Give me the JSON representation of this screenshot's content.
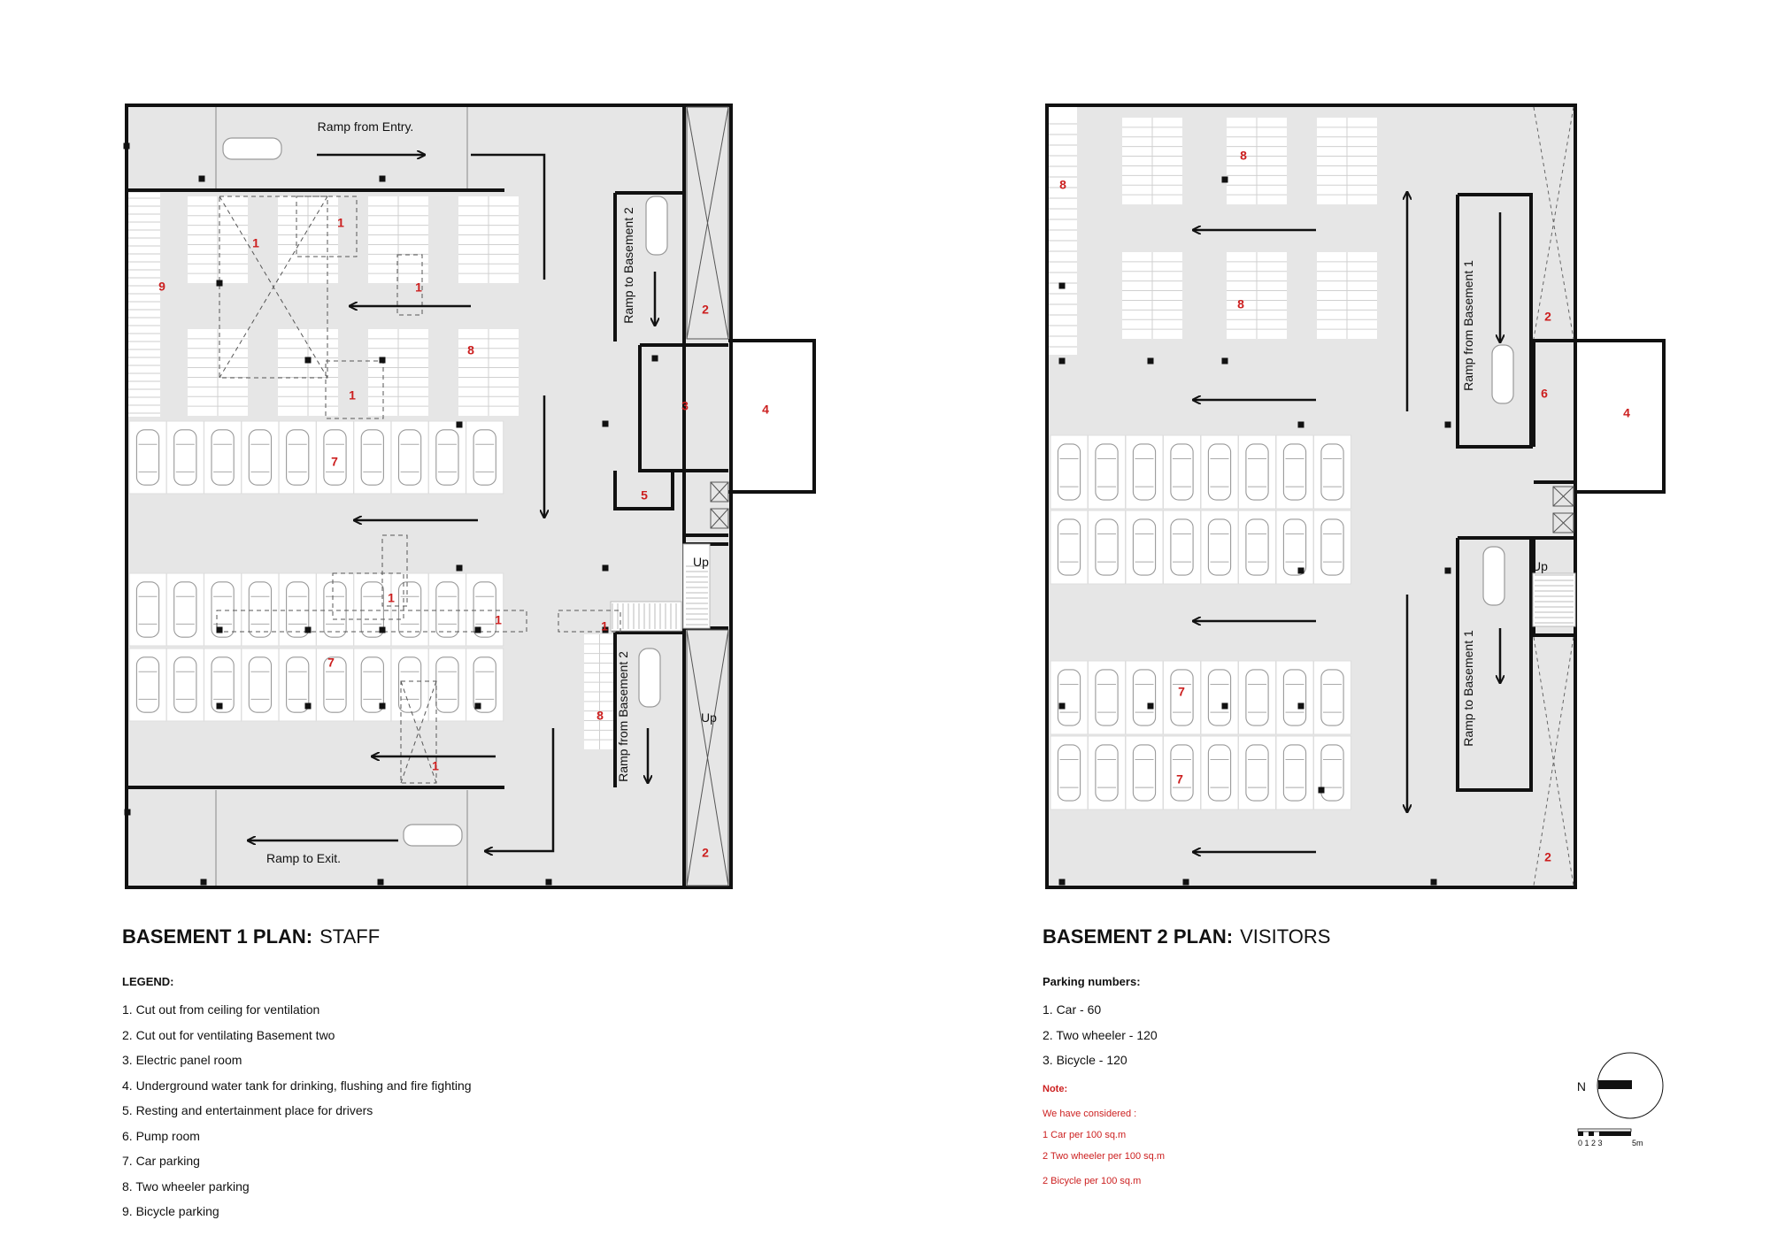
{
  "basement1": {
    "title": "BASEMENT 1 PLAN:",
    "subtitle": "STAFF",
    "ramp_entry": "Ramp from Entry.",
    "ramp_exit": "Ramp to Exit.",
    "ramp_to_b2": "Ramp to Basement 2",
    "ramp_from_b2": "Ramp from Basement 2",
    "up_labels": [
      "Up",
      "Up"
    ],
    "legend_head": "LEGEND:",
    "legend": [
      "1.  Cut out from ceiling for ventilation",
      "2.  Cut out for ventilating Basement two",
      "3.  Electric panel room",
      "4.  Underground water tank for drinking, flushing and fire fighting",
      "5.  Resting and entertainment place for drivers",
      "6.  Pump room",
      "7.   Car parking",
      "8.   Two wheeler parking",
      "9.   Bicycle parking"
    ]
  },
  "basement2": {
    "title": "BASEMENT 2 PLAN:",
    "subtitle": "VISITORS",
    "ramp_from_b1": "Ramp from Basement 1",
    "ramp_to_b1": "Ramp to Basement 1",
    "up_label": "Up",
    "parking_head": "Parking numbers:",
    "parking": [
      "1. Car - 60",
      "2. Two wheeler - 120",
      "3. Bicycle - 120"
    ],
    "note_head": "Note:",
    "notes": [
      "We have considered :",
      "1  Car per 100 sq.m",
      "2 Two wheeler per 100 sq.m",
      "2 Bicycle per 100 sq.m"
    ]
  },
  "compass": {
    "north": "N",
    "scale_ticks": "0 1 2 3",
    "scale_end": "5m"
  },
  "colors": {
    "floor": "#e6e6e6",
    "wall": "#111111",
    "key_numbers": "#cc1f1f"
  }
}
